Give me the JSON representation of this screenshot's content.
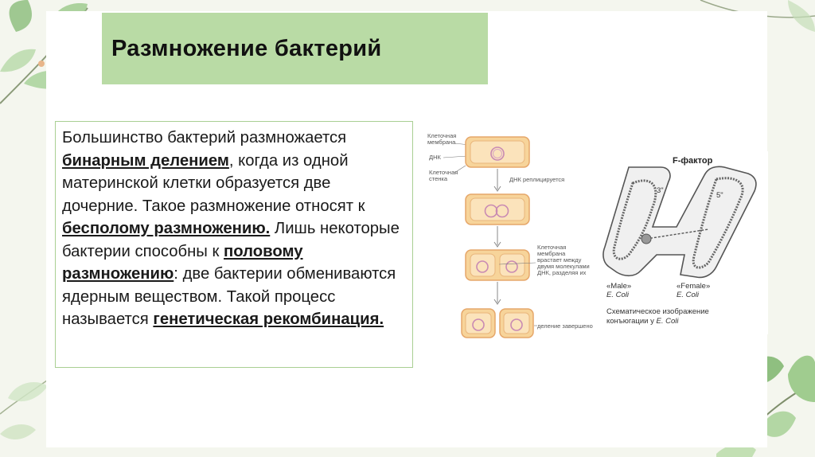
{
  "slide": {
    "title": "Размножение бактерий",
    "body": {
      "p1": "Большинство бактерий размножается ",
      "term_binary": "бинарным делением",
      "p2": ", когда из одной материнской клетки образуется две дочерние. Такое размножение относят к ",
      "term_asexual": "бесполому размножению.",
      "p3": "  Лишь некоторые бактерии способны к ",
      "term_sexual": "половому размножению",
      "p4": ": две бактерии обмениваются ядерным веществом. Такой процесс называется ",
      "term_recomb": "генетическая рекомбинация."
    }
  },
  "figure_division": {
    "label_membrane": [
      "Клеточная",
      "мембрана"
    ],
    "label_dna": "ДНК",
    "label_wall": [
      "Клеточная",
      "стенка"
    ],
    "label_replicates": "ДНК реплицируется",
    "label_ingrowth": [
      "Клеточная",
      "мембрана",
      "врастает между",
      "двумя молекулами",
      "ДНК, разделяя их"
    ],
    "label_done": "деление завершено"
  },
  "figure_conjugation": {
    "title": "F-фактор",
    "label_3prime": "3\"",
    "label_5prime": "5\"",
    "male_label": "«Male»",
    "male_species": "E. Coli",
    "female_label": "«Female»",
    "female_species": "E. Coli",
    "caption_line1": "Схематическое изображение",
    "caption_line2_prefix": "конъюгации у ",
    "caption_line2_species": "E. Coli"
  },
  "colors": {
    "title_bg": "#b9dba5",
    "text_border": "#a9cf93",
    "cell_fill": "#f7d49a",
    "cell_stroke": "#e6a76a",
    "dna_stroke": "#c98ab3",
    "leaf": "#8fbf80"
  }
}
